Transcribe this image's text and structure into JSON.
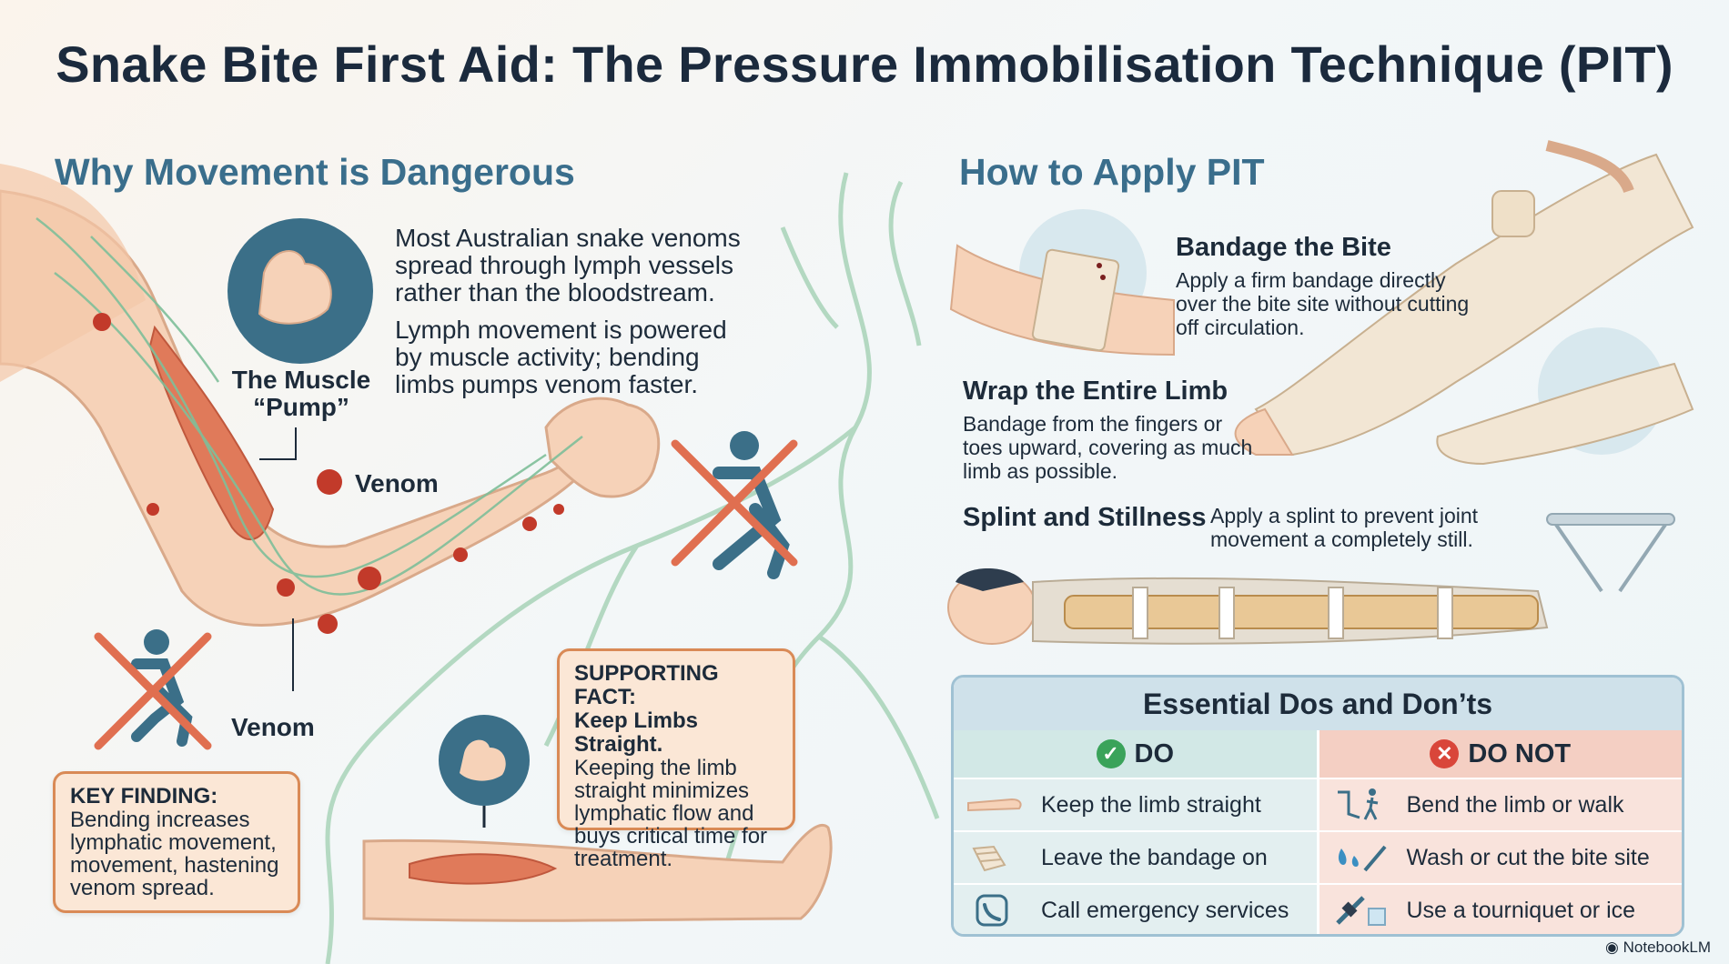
{
  "title": "Snake Bite First Aid: The Pressure Immobilisation Technique (PIT)",
  "left": {
    "heading": "Why Movement is Dangerous",
    "para1": "Most Australian snake venoms spread through lymph vessels rather than the bloodstream.",
    "para2": "Lymph movement is powered by muscle activity; bending limbs pumps venom faster.",
    "muscle_pump_label_1": "The Muscle",
    "muscle_pump_label_2": "“Pump”",
    "venom_label_1": "Venom",
    "venom_label_2": "Venom",
    "key_finding": {
      "title": "KEY FINDING:",
      "text": "Bending increases lymphatic movement, movement, hastening venom spread."
    },
    "supporting_fact": {
      "title_1": "SUPPORTING FACT:",
      "title_2": "Keep Limbs Straight.",
      "text": "Keeping the limb straight minimizes lymphatic flow and buys critical time for treatment."
    }
  },
  "right": {
    "heading": "How to Apply PIT",
    "steps": [
      {
        "title": "Bandage the Bite",
        "text": "Apply a firm bandage directly over the bite site without cutting off circulation."
      },
      {
        "title": "Wrap the Entire Limb",
        "text": "Bandage from the fingers or toes upward, covering as much limb as possible."
      },
      {
        "title": "Splint and Stillness",
        "text": "Apply a splint to prevent joint movement a completely still."
      }
    ]
  },
  "dos_donts": {
    "heading": "Essential Dos and Don’ts",
    "do_label": "DO",
    "dont_label": "DO NOT",
    "do_items": [
      "Keep the limb straight",
      "Leave the bandage on",
      "Call emergency services"
    ],
    "dont_items": [
      "Bend the limb or walk",
      "Wash or cut the bite site",
      "Use a tourniquet or ice"
    ]
  },
  "footer": "NotebookLM",
  "colors": {
    "title": "#1b2a3d",
    "heading": "#3a6e8c",
    "callout_bg": "#fbe7d6",
    "callout_border": "#d98a56",
    "do_green": "#3aa35a",
    "dont_red": "#d9463a",
    "skin": "#f6d2b8",
    "muscle": "#e07a5a",
    "lymph": "#7fbf9a",
    "bandage": "#f2e6d4"
  }
}
